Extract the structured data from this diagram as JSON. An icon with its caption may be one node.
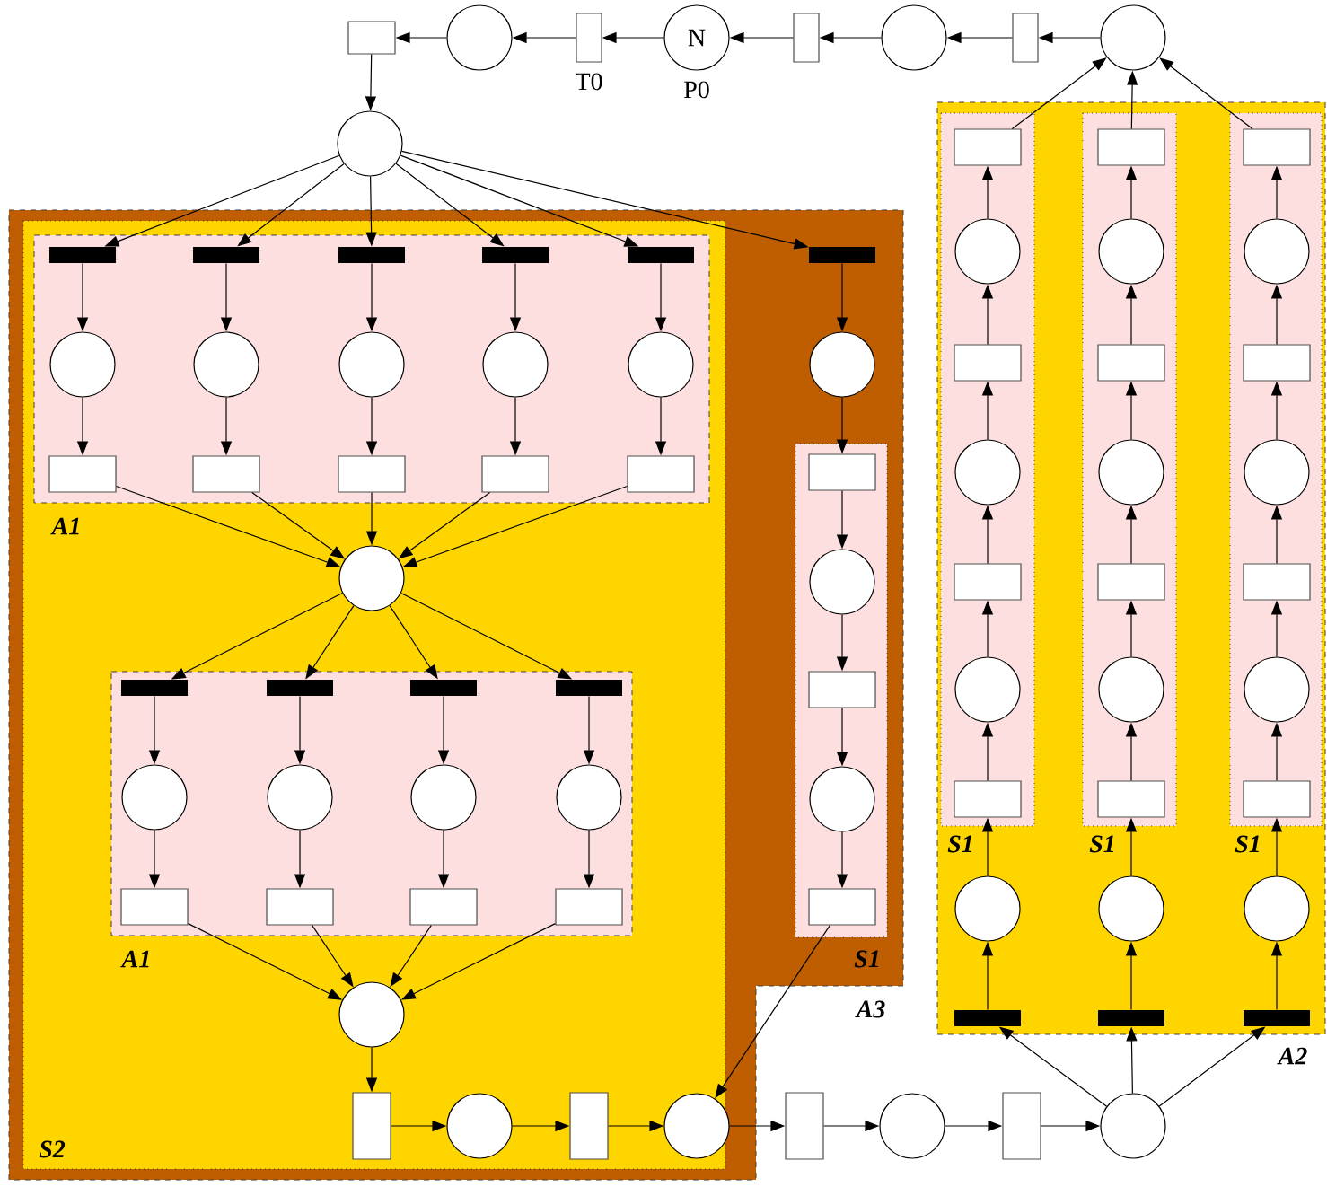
{
  "diagram": {
    "nodes": [
      {
        "text": [],
        "shape": "box"
      },
      {
        "text": [],
        "shape": "circle"
      },
      {
        "text": [],
        "shape": "box",
        "beside": [
          "T0"
        ]
      },
      {
        "text": [
          "N"
        ],
        "beside": [
          "P0"
        ]
      },
      {
        "text": [],
        "shape": "box"
      },
      {
        "text": [],
        "shape": "circle"
      },
      {
        "text": [],
        "shape": "box"
      },
      {
        "text": [],
        "shape": "circle"
      },
      {
        "text": [],
        "shape": "circle"
      },
      {
        "text": [
          "A3"
        ]
      },
      {
        "text": [
          "S2"
        ],
        "in": 9
      },
      {
        "text": [
          "A1"
        ],
        "in": 10
      },
      {
        "text": [],
        "shape": "bar",
        "in": 11
      },
      {
        "text": [],
        "shape": "bar",
        "in": 11
      },
      {
        "text": [],
        "shape": "bar",
        "in": 11
      },
      {
        "text": [],
        "shape": "bar",
        "in": 11
      },
      {
        "text": [],
        "shape": "bar",
        "in": 11
      },
      {
        "text": [],
        "shape": "circle",
        "in": 11
      },
      {
        "text": [],
        "shape": "circle",
        "in": 11
      },
      {
        "text": [],
        "shape": "circle",
        "in": 11
      },
      {
        "text": [],
        "shape": "circle",
        "in": 11
      },
      {
        "text": [],
        "shape": "circle",
        "in": 11
      },
      {
        "text": [],
        "shape": "box",
        "in": 11
      },
      {
        "text": [],
        "shape": "box",
        "in": 11
      },
      {
        "text": [],
        "shape": "box",
        "in": 11
      },
      {
        "text": [],
        "shape": "box",
        "in": 11
      },
      {
        "text": [],
        "shape": "box",
        "in": 11
      },
      {
        "text": [],
        "shape": "circle",
        "in": 10
      },
      {
        "text": [
          "A1"
        ],
        "in": 10
      },
      {
        "text": [],
        "shape": "bar",
        "in": 28
      },
      {
        "text": [],
        "shape": "bar",
        "in": 28
      },
      {
        "text": [],
        "shape": "bar",
        "in": 28
      },
      {
        "text": [],
        "shape": "bar",
        "in": 28
      },
      {
        "text": [],
        "shape": "circle",
        "in": 28
      },
      {
        "text": [],
        "shape": "circle",
        "in": 28
      },
      {
        "text": [],
        "shape": "circle",
        "in": 28
      },
      {
        "text": [],
        "shape": "circle",
        "in": 28
      },
      {
        "text": [],
        "shape": "box",
        "in": 28
      },
      {
        "text": [],
        "shape": "box",
        "in": 28
      },
      {
        "text": [],
        "shape": "box",
        "in": 28
      },
      {
        "text": [],
        "shape": "box",
        "in": 28
      },
      {
        "text": [],
        "shape": "circle",
        "in": 10
      },
      {
        "text": [],
        "shape": "box",
        "in": 10
      },
      {
        "text": [],
        "shape": "circle",
        "in": 10
      },
      {
        "text": [],
        "shape": "box",
        "in": 10
      },
      {
        "text": [],
        "shape": "circle",
        "in": 10
      },
      {
        "text": [],
        "shape": "bar",
        "in": 9
      },
      {
        "text": [],
        "shape": "circle",
        "in": 9
      },
      {
        "text": [
          "S1"
        ],
        "in": 9
      },
      {
        "text": [],
        "shape": "box",
        "in": 48
      },
      {
        "text": [],
        "shape": "circle",
        "in": 48
      },
      {
        "text": [],
        "shape": "box",
        "in": 48
      },
      {
        "text": [],
        "shape": "circle",
        "in": 48
      },
      {
        "text": [],
        "shape": "box",
        "in": 48
      },
      {
        "text": [],
        "shape": "box"
      },
      {
        "text": [],
        "shape": "circle"
      },
      {
        "text": [],
        "shape": "box"
      },
      {
        "text": [],
        "shape": "circle"
      },
      {
        "text": [
          "A2"
        ]
      },
      {
        "text": [
          "S1"
        ],
        "in": 58
      },
      {
        "text": [
          "S1"
        ],
        "in": 58
      },
      {
        "text": [
          "S1"
        ],
        "in": 58
      },
      {
        "text": [],
        "shape": "box",
        "in": 59
      },
      {
        "text": [],
        "shape": "circle",
        "in": 59
      },
      {
        "text": [],
        "shape": "box",
        "in": 59
      },
      {
        "text": [],
        "shape": "circle",
        "in": 59
      },
      {
        "text": [],
        "shape": "box",
        "in": 59
      },
      {
        "text": [],
        "shape": "circle",
        "in": 59
      },
      {
        "text": [],
        "shape": "box",
        "in": 59
      },
      {
        "text": [],
        "shape": "circle",
        "in": 58
      },
      {
        "text": [],
        "shape": "bar",
        "in": 58
      },
      {
        "text": [],
        "shape": "box",
        "in": 60
      },
      {
        "text": [],
        "shape": "circle",
        "in": 60
      },
      {
        "text": [],
        "shape": "box",
        "in": 60
      },
      {
        "text": [],
        "shape": "circle",
        "in": 60
      },
      {
        "text": [],
        "shape": "box",
        "in": 60
      },
      {
        "text": [],
        "shape": "circle",
        "in": 60
      },
      {
        "text": [],
        "shape": "box",
        "in": 60
      },
      {
        "text": [],
        "shape": "circle",
        "in": 58
      },
      {
        "text": [],
        "shape": "bar",
        "in": 58
      },
      {
        "text": [],
        "shape": "box",
        "in": 61
      },
      {
        "text": [],
        "shape": "circle",
        "in": 61
      },
      {
        "text": [],
        "shape": "box",
        "in": 61
      },
      {
        "text": [],
        "shape": "circle",
        "in": 61
      },
      {
        "text": [],
        "shape": "box",
        "in": 61
      },
      {
        "text": [],
        "shape": "circle",
        "in": 61
      },
      {
        "text": [],
        "shape": "box",
        "in": 61
      },
      {
        "text": [],
        "shape": "circle",
        "in": 58
      },
      {
        "text": [],
        "shape": "bar",
        "in": 58
      }
    ],
    "edges": [
      {
        "from": 7,
        "to": 6,
        "arrow": "to"
      },
      {
        "from": 6,
        "to": 5,
        "arrow": "to"
      },
      {
        "from": 5,
        "to": 4,
        "arrow": "to"
      },
      {
        "from": 4,
        "to": 3,
        "arrow": "to"
      },
      {
        "from": 3,
        "to": 2,
        "arrow": "to"
      },
      {
        "from": 2,
        "to": 1,
        "arrow": "to"
      },
      {
        "from": 1,
        "to": 0,
        "arrow": "to"
      },
      {
        "from": 0,
        "to": 8,
        "arrow": "to"
      },
      {
        "from": 8,
        "to": 12,
        "arrow": "to"
      },
      {
        "from": 8,
        "to": 13,
        "arrow": "to"
      },
      {
        "from": 8,
        "to": 14,
        "arrow": "to"
      },
      {
        "from": 8,
        "to": 15,
        "arrow": "to"
      },
      {
        "from": 8,
        "to": 16,
        "arrow": "to"
      },
      {
        "from": 8,
        "to": 46,
        "arrow": "to"
      },
      {
        "from": 12,
        "to": 17,
        "arrow": "to"
      },
      {
        "from": 13,
        "to": 18,
        "arrow": "to"
      },
      {
        "from": 14,
        "to": 19,
        "arrow": "to"
      },
      {
        "from": 15,
        "to": 20,
        "arrow": "to"
      },
      {
        "from": 16,
        "to": 21,
        "arrow": "to"
      },
      {
        "from": 17,
        "to": 22,
        "arrow": "to"
      },
      {
        "from": 18,
        "to": 23,
        "arrow": "to"
      },
      {
        "from": 19,
        "to": 24,
        "arrow": "to"
      },
      {
        "from": 20,
        "to": 25,
        "arrow": "to"
      },
      {
        "from": 21,
        "to": 26,
        "arrow": "to"
      },
      {
        "from": 22,
        "to": 27,
        "arrow": "to"
      },
      {
        "from": 23,
        "to": 27,
        "arrow": "to"
      },
      {
        "from": 24,
        "to": 27,
        "arrow": "to"
      },
      {
        "from": 25,
        "to": 27,
        "arrow": "to"
      },
      {
        "from": 26,
        "to": 27,
        "arrow": "to"
      },
      {
        "from": 27,
        "to": 29,
        "arrow": "to"
      },
      {
        "from": 27,
        "to": 30,
        "arrow": "to"
      },
      {
        "from": 27,
        "to": 31,
        "arrow": "to"
      },
      {
        "from": 27,
        "to": 32,
        "arrow": "to"
      },
      {
        "from": 29,
        "to": 33,
        "arrow": "to"
      },
      {
        "from": 30,
        "to": 34,
        "arrow": "to"
      },
      {
        "from": 31,
        "to": 35,
        "arrow": "to"
      },
      {
        "from": 32,
        "to": 36,
        "arrow": "to"
      },
      {
        "from": 33,
        "to": 37,
        "arrow": "to"
      },
      {
        "from": 34,
        "to": 38,
        "arrow": "to"
      },
      {
        "from": 35,
        "to": 39,
        "arrow": "to"
      },
      {
        "from": 36,
        "to": 40,
        "arrow": "to"
      },
      {
        "from": 37,
        "to": 41,
        "arrow": "to"
      },
      {
        "from": 38,
        "to": 41,
        "arrow": "to"
      },
      {
        "from": 39,
        "to": 41,
        "arrow": "to"
      },
      {
        "from": 40,
        "to": 41,
        "arrow": "to"
      },
      {
        "from": 41,
        "to": 42,
        "arrow": "to"
      },
      {
        "from": 42,
        "to": 43,
        "arrow": "to"
      },
      {
        "from": 43,
        "to": 44,
        "arrow": "to"
      },
      {
        "from": 44,
        "to": 45,
        "arrow": "to"
      },
      {
        "from": 45,
        "to": 54,
        "arrow": "to"
      },
      {
        "from": 54,
        "to": 55,
        "arrow": "to"
      },
      {
        "from": 55,
        "to": 56,
        "arrow": "to"
      },
      {
        "from": 56,
        "to": 57,
        "arrow": "to"
      },
      {
        "from": 46,
        "to": 47,
        "arrow": "to"
      },
      {
        "from": 47,
        "to": 49,
        "arrow": "to"
      },
      {
        "from": 49,
        "to": 50,
        "arrow": "to"
      },
      {
        "from": 50,
        "to": 51,
        "arrow": "to"
      },
      {
        "from": 51,
        "to": 52,
        "arrow": "to"
      },
      {
        "from": 52,
        "to": 53,
        "arrow": "to"
      },
      {
        "from": 53,
        "to": 45,
        "arrow": "to"
      },
      {
        "from": 57,
        "to": 70,
        "arrow": "to"
      },
      {
        "from": 57,
        "to": 79,
        "arrow": "to"
      },
      {
        "from": 57,
        "to": 88,
        "arrow": "to"
      },
      {
        "from": 70,
        "to": 69,
        "arrow": "to"
      },
      {
        "from": 69,
        "to": 68,
        "arrow": "to"
      },
      {
        "from": 68,
        "to": 67,
        "arrow": "to"
      },
      {
        "from": 67,
        "to": 66,
        "arrow": "to"
      },
      {
        "from": 66,
        "to": 65,
        "arrow": "to"
      },
      {
        "from": 65,
        "to": 64,
        "arrow": "to"
      },
      {
        "from": 64,
        "to": 63,
        "arrow": "to"
      },
      {
        "from": 63,
        "to": 62,
        "arrow": "to"
      },
      {
        "from": 62,
        "to": 7,
        "arrow": "to"
      },
      {
        "from": 79,
        "to": 78,
        "arrow": "to"
      },
      {
        "from": 78,
        "to": 77,
        "arrow": "to"
      },
      {
        "from": 77,
        "to": 76,
        "arrow": "to"
      },
      {
        "from": 76,
        "to": 75,
        "arrow": "to"
      },
      {
        "from": 75,
        "to": 74,
        "arrow": "to"
      },
      {
        "from": 74,
        "to": 73,
        "arrow": "to"
      },
      {
        "from": 73,
        "to": 72,
        "arrow": "to"
      },
      {
        "from": 72,
        "to": 71,
        "arrow": "to"
      },
      {
        "from": 71,
        "to": 7,
        "arrow": "to"
      },
      {
        "from": 88,
        "to": 87,
        "arrow": "to"
      },
      {
        "from": 87,
        "to": 86,
        "arrow": "to"
      },
      {
        "from": 86,
        "to": 85,
        "arrow": "to"
      },
      {
        "from": 85,
        "to": 84,
        "arrow": "to"
      },
      {
        "from": 84,
        "to": 83,
        "arrow": "to"
      },
      {
        "from": 83,
        "to": 82,
        "arrow": "to"
      },
      {
        "from": 82,
        "to": 81,
        "arrow": "to"
      },
      {
        "from": 81,
        "to": 80,
        "arrow": "to"
      },
      {
        "from": 80,
        "to": 7,
        "arrow": "to"
      }
    ]
  }
}
